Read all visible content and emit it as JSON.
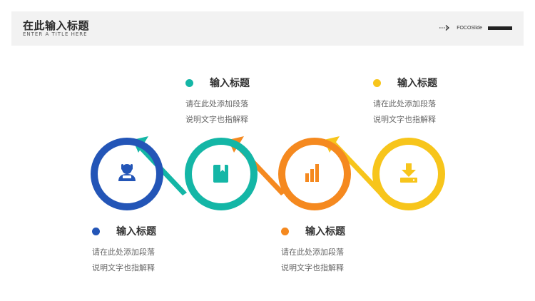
{
  "header": {
    "title": "在此输入标题",
    "subtitle": "ENTER A TITLE HERE",
    "brand": "FOCOSlide"
  },
  "colors": {
    "blue": "#2355b7",
    "teal": "#14b6a6",
    "orange": "#f5891f",
    "yellow": "#f7c51b"
  },
  "steps": [
    {
      "color": "#2355b7",
      "icon": "person-icon",
      "title": "输入标题",
      "desc": "请在此处添加段落\n说明文字也指解释"
    },
    {
      "color": "#14b6a6",
      "icon": "book-icon",
      "title": "输入标题",
      "desc": "请在此处添加段落\n说明文字也指解释"
    },
    {
      "color": "#f5891f",
      "icon": "bar-chart-icon",
      "title": "输入标题",
      "desc": "请在此处添加段落\n说明文字也指解释"
    },
    {
      "color": "#f7c51b",
      "icon": "download-icon",
      "title": "输入标题",
      "desc": "请在此处添加段落\n说明文字也指解释"
    }
  ]
}
